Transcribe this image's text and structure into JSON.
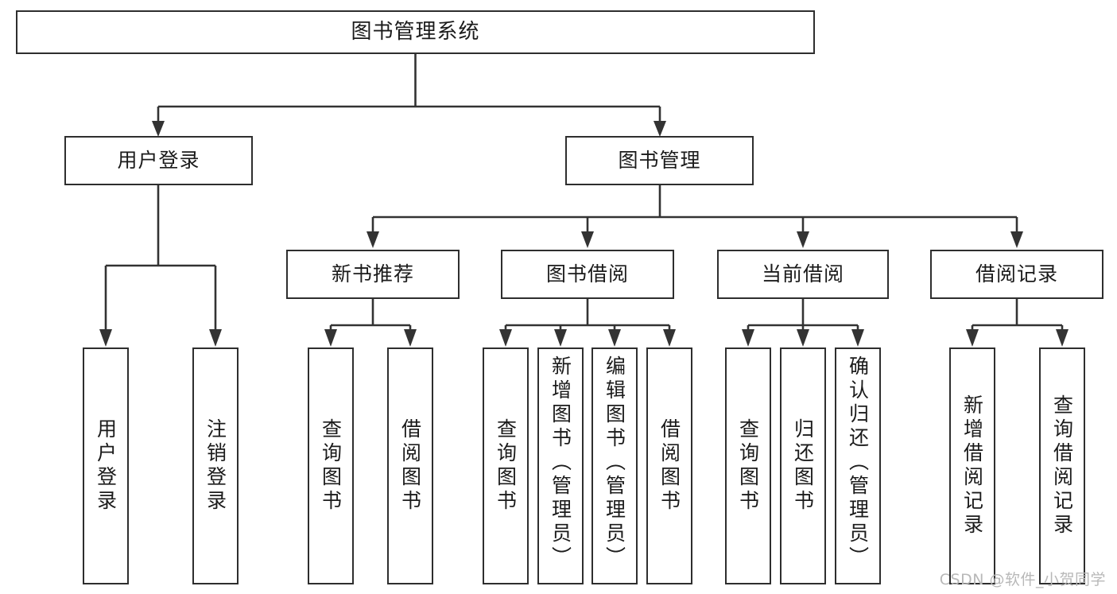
{
  "diagram": {
    "type": "tree",
    "title": "图书管理系统",
    "watermark": "CSDN @软件_小贺同学",
    "colors": {
      "box_border": "#2e2e2e",
      "connector": "#333333",
      "text": "#1b1b1b",
      "background": "#ffffff",
      "watermark": "#b8b8b8"
    },
    "nodes": {
      "root": {
        "label": "图书管理系统"
      },
      "level2": [
        {
          "label": "用户登录"
        },
        {
          "label": "图书管理"
        }
      ],
      "level3": [
        {
          "label": "新书推荐"
        },
        {
          "label": "图书借阅"
        },
        {
          "label": "当前借阅"
        },
        {
          "label": "借阅记录"
        }
      ],
      "leaves": {
        "user_login": [
          {
            "label": "用户登录"
          },
          {
            "label": "注销登录"
          }
        ],
        "new_book": [
          {
            "label": "查询图书"
          },
          {
            "label": "借阅图书"
          }
        ],
        "book_borrow": [
          {
            "label": "查询图书"
          },
          {
            "label": "新增图书（管理员）"
          },
          {
            "label": "编辑图书（管理员）"
          },
          {
            "label": "借阅图书"
          }
        ],
        "current_borrow": [
          {
            "label": "查询图书"
          },
          {
            "label": "归还图书"
          },
          {
            "label": "确认归还（管理员）"
          }
        ],
        "borrow_record": [
          {
            "label": "新增借阅记录"
          },
          {
            "label": "查询借阅记录"
          }
        ]
      }
    }
  }
}
